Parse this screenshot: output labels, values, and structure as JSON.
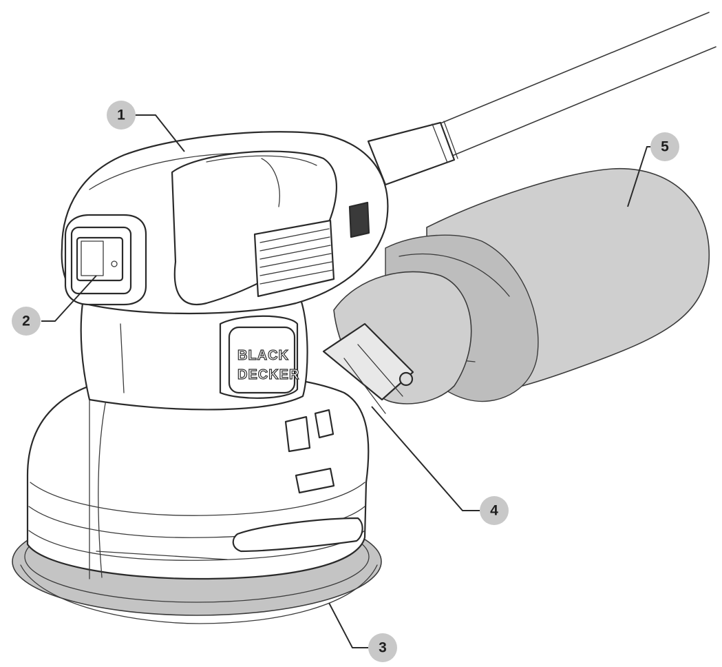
{
  "diagram": {
    "brand": {
      "line1": "BLACK",
      "line2": "DECKER"
    },
    "callouts": [
      {
        "id": "1",
        "label": "1"
      },
      {
        "id": "2",
        "label": "2"
      },
      {
        "id": "3",
        "label": "3"
      },
      {
        "id": "4",
        "label": "4"
      },
      {
        "id": "5",
        "label": "5"
      }
    ],
    "colors": {
      "callout_fill": "#c8c8c8",
      "dust_bag": "#cfcfcf",
      "sanding_pad": "#c4c4c4",
      "outline": "#2a2a2a"
    }
  }
}
